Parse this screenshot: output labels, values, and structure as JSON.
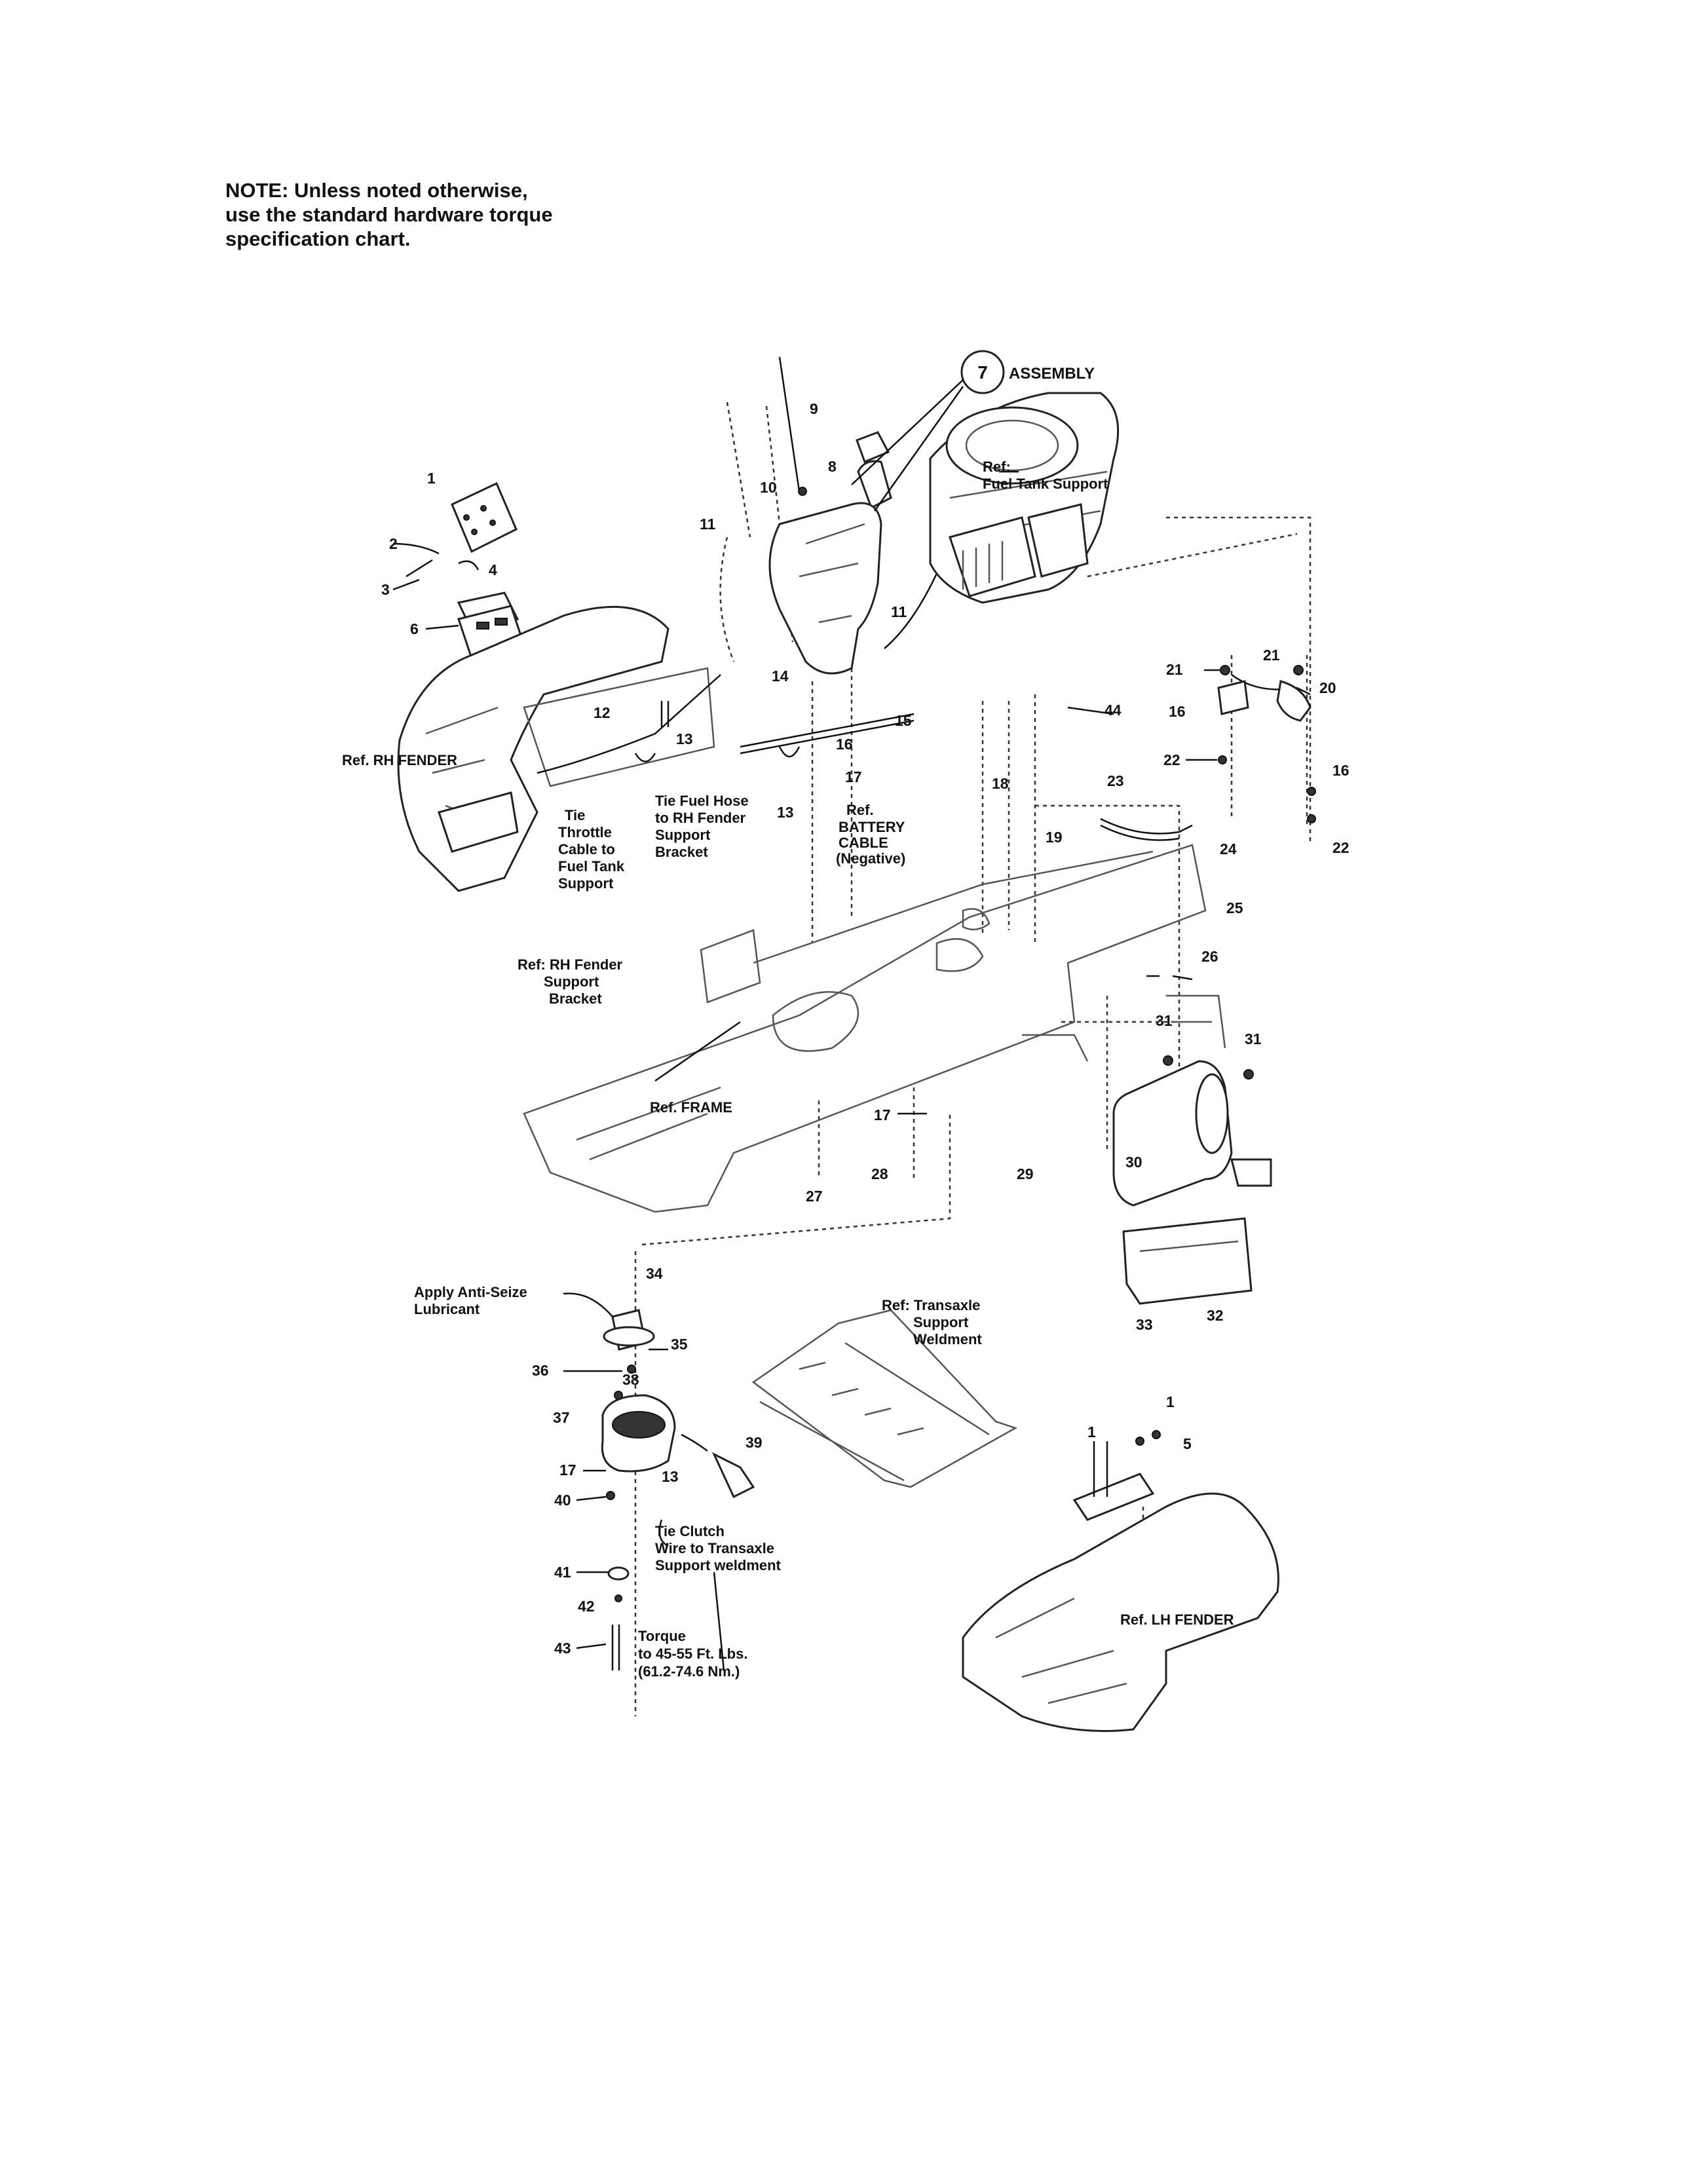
{
  "note": {
    "lines": [
      "NOTE: Unless noted otherwise,",
      "use the standard hardware torque",
      "specification chart."
    ]
  },
  "assembly": {
    "number": "7",
    "label": "ASSEMBLY"
  },
  "labels": {
    "ref_fuel_tank_support": [
      "Ref:",
      "Fuel Tank Support"
    ],
    "ref_rh_fender": [
      "Ref. RH FENDER"
    ],
    "tie_throttle": [
      "Tie",
      "Throttle",
      "Cable to",
      "Fuel Tank",
      "Support"
    ],
    "tie_fuel_hose": [
      "Tie Fuel Hose",
      "to RH Fender",
      "Support",
      "Bracket"
    ],
    "ref_battery_cable": [
      "Ref.",
      "BATTERY",
      "CABLE",
      "(Negative)"
    ],
    "ref_rh_fender_bracket": [
      "Ref: RH Fender",
      "Support",
      "Bracket"
    ],
    "ref_frame": [
      "Ref. FRAME"
    ],
    "apply_anti_seize": [
      "Apply Anti-Seize",
      "Lubricant"
    ],
    "ref_transaxle": [
      "Ref: Transaxle",
      "Support",
      "Weldment"
    ],
    "tie_clutch": [
      "Tie Clutch",
      "Wire to Transaxle",
      "Support weldment"
    ],
    "torque": [
      "Torque",
      "to 45-55 Ft. Lbs.",
      "(61.2-74.6 Nm.)"
    ],
    "ref_lh_fender": [
      "Ref. LH FENDER"
    ]
  },
  "callouts": [
    {
      "id": "c1a",
      "text": "1"
    },
    {
      "id": "c2",
      "text": "2"
    },
    {
      "id": "c3",
      "text": "3"
    },
    {
      "id": "c4",
      "text": "4"
    },
    {
      "id": "c6",
      "text": "6"
    },
    {
      "id": "c8",
      "text": "8"
    },
    {
      "id": "c9",
      "text": "9"
    },
    {
      "id": "c10",
      "text": "10"
    },
    {
      "id": "c11a",
      "text": "11"
    },
    {
      "id": "c11b",
      "text": "11"
    },
    {
      "id": "c12",
      "text": "12"
    },
    {
      "id": "c13a",
      "text": "13"
    },
    {
      "id": "c13b",
      "text": "13"
    },
    {
      "id": "c14",
      "text": "14"
    },
    {
      "id": "c15",
      "text": "15"
    },
    {
      "id": "c16a",
      "text": "16"
    },
    {
      "id": "c17a",
      "text": "17"
    },
    {
      "id": "c18",
      "text": "18"
    },
    {
      "id": "c19",
      "text": "19"
    },
    {
      "id": "c21a",
      "text": "21"
    },
    {
      "id": "c21b",
      "text": "21"
    },
    {
      "id": "c20",
      "text": "20"
    },
    {
      "id": "c16b",
      "text": "16"
    },
    {
      "id": "c16c",
      "text": "16"
    },
    {
      "id": "c22a",
      "text": "22"
    },
    {
      "id": "c22b",
      "text": "22"
    },
    {
      "id": "c23",
      "text": "23"
    },
    {
      "id": "c24",
      "text": "24"
    },
    {
      "id": "c25",
      "text": "25"
    },
    {
      "id": "c26",
      "text": "26"
    },
    {
      "id": "c44",
      "text": "44"
    },
    {
      "id": "c31a",
      "text": "31"
    },
    {
      "id": "c31b",
      "text": "31"
    },
    {
      "id": "c30",
      "text": "30"
    },
    {
      "id": "c17b",
      "text": "17"
    },
    {
      "id": "c28",
      "text": "28"
    },
    {
      "id": "c27",
      "text": "27"
    },
    {
      "id": "c29",
      "text": "29"
    },
    {
      "id": "c32",
      "text": "32"
    },
    {
      "id": "c33",
      "text": "33"
    },
    {
      "id": "c34",
      "text": "34"
    },
    {
      "id": "c35",
      "text": "35"
    },
    {
      "id": "c36",
      "text": "36"
    },
    {
      "id": "c37",
      "text": "37"
    },
    {
      "id": "c38",
      "text": "38"
    },
    {
      "id": "c39",
      "text": "39"
    },
    {
      "id": "c17c",
      "text": "17"
    },
    {
      "id": "c13c",
      "text": "13"
    },
    {
      "id": "c40",
      "text": "40"
    },
    {
      "id": "c41",
      "text": "41"
    },
    {
      "id": "c42",
      "text": "42"
    },
    {
      "id": "c43",
      "text": "43"
    },
    {
      "id": "c1b",
      "text": "1"
    },
    {
      "id": "c1c",
      "text": "1"
    },
    {
      "id": "c5",
      "text": "5"
    }
  ]
}
